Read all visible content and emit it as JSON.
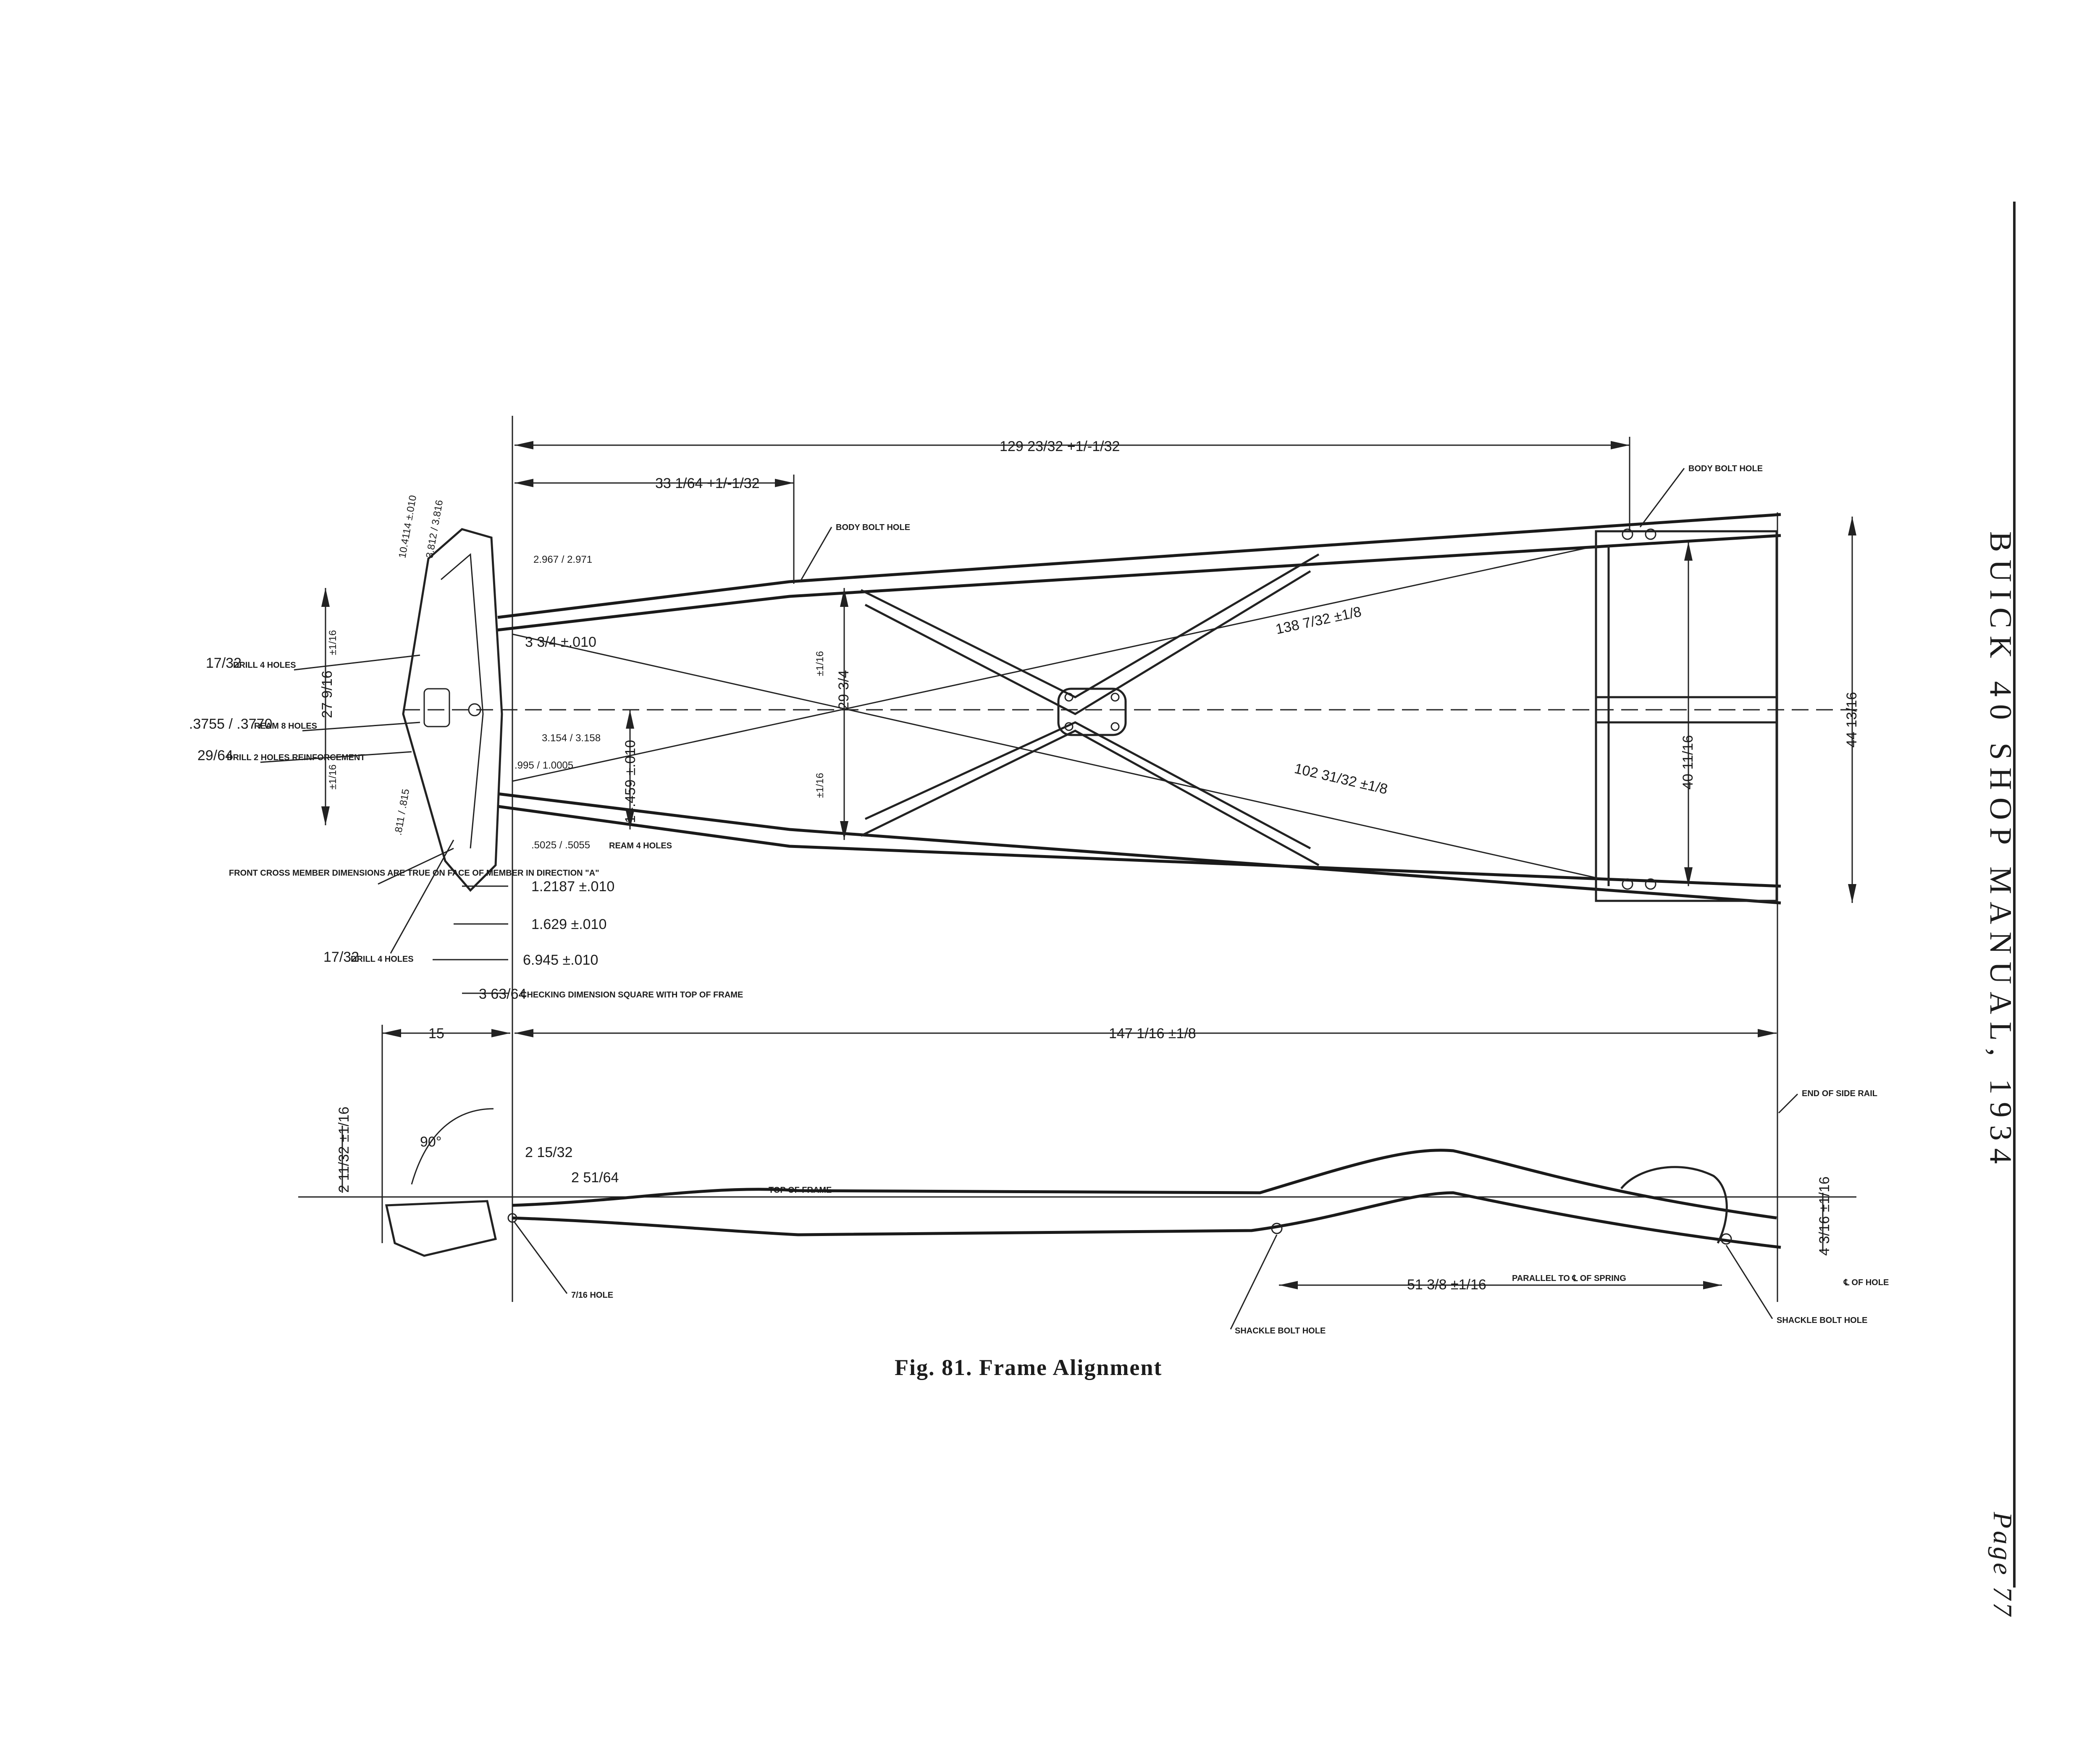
{
  "header": {
    "title": "BUICK 40 SHOP MANUAL, 1934",
    "page": "Page 77"
  },
  "figure": {
    "caption": "Fig. 81. Frame Alignment",
    "notes": {
      "body_bolt_hole_left": "BODY BOLT HOLE",
      "body_bolt_hole_right": "BODY BOLT HOLE",
      "drill_4_holes_top_frac": "17/32",
      "drill_4_holes_top": "DRILL 4 HOLES",
      "ream_8_holes_val": ".3755 / .3770",
      "ream_8_holes": "REAM 8 HOLES",
      "drill_2_holes_val": "29/64",
      "drill_2_holes": "DRILL 2 HOLES REINFORCEMENT",
      "front_cross_member": "FRONT CROSS MEMBER DIMENSIONS ARE TRUE ON FACE OF MEMBER IN DIRECTION \"A\"",
      "drill_4_holes_bottom_frac": "17/32",
      "drill_4_holes_bottom": "DRILL 4 HOLES",
      "ream_4_holes_val": ".5025 / .5055",
      "ream_4_holes": "REAM 4 HOLES",
      "checking_dimension": "CHECKING DIMENSION SQUARE WITH TOP OF FRAME",
      "top_of_frame": "TOP OF FRAME",
      "end_of_side_rail": "END OF SIDE RAIL",
      "hole_7_16": "7/16 HOLE",
      "shackle_bolt_hole_left": "SHACKLE BOLT HOLE",
      "shackle_bolt_hole_right": "SHACKLE BOLT HOLE",
      "parallel_to_spring": "PARALLEL TO ℄ OF SPRING",
      "cl_of_hole": "℄ OF HOLE"
    },
    "dimensions": {
      "d129": "129 23/32 +1/-1/32",
      "d33": "33 1/64 +1/-1/32",
      "d138": "138 7/32 ±1/8",
      "d102": "102 31/32 ±1/8",
      "d29": "29 3/4",
      "d27": "27 9/16",
      "d14459": "14.459 ±.010",
      "d2967": "2.967 / 2.971",
      "d34": "3 3/4 ±.010",
      "d3154": "3.154 / 3.158",
      "d995": ".995 / 1.0005",
      "d104114": "10.4114 ±.010",
      "d3812": "3.812 / 3.816",
      "d811": ".811 / .815",
      "d12187": "1.2187 ±.010",
      "d1629": "1.629 ±.010",
      "d6945": "6.945 ±.010",
      "d363": "3 63/64",
      "d15": "15",
      "d147": "147 1/16 ±1/8",
      "d44": "44 13/16",
      "d40": "40 11/16",
      "d1_16_a": "±1/16",
      "d90": "90°",
      "d211": "2 11/32 ±1/16",
      "d215": "2 15/32",
      "d251": "2 51/64",
      "d513": "51 3/8 ±1/16",
      "d43": "4 3/16 ±1/16"
    }
  }
}
